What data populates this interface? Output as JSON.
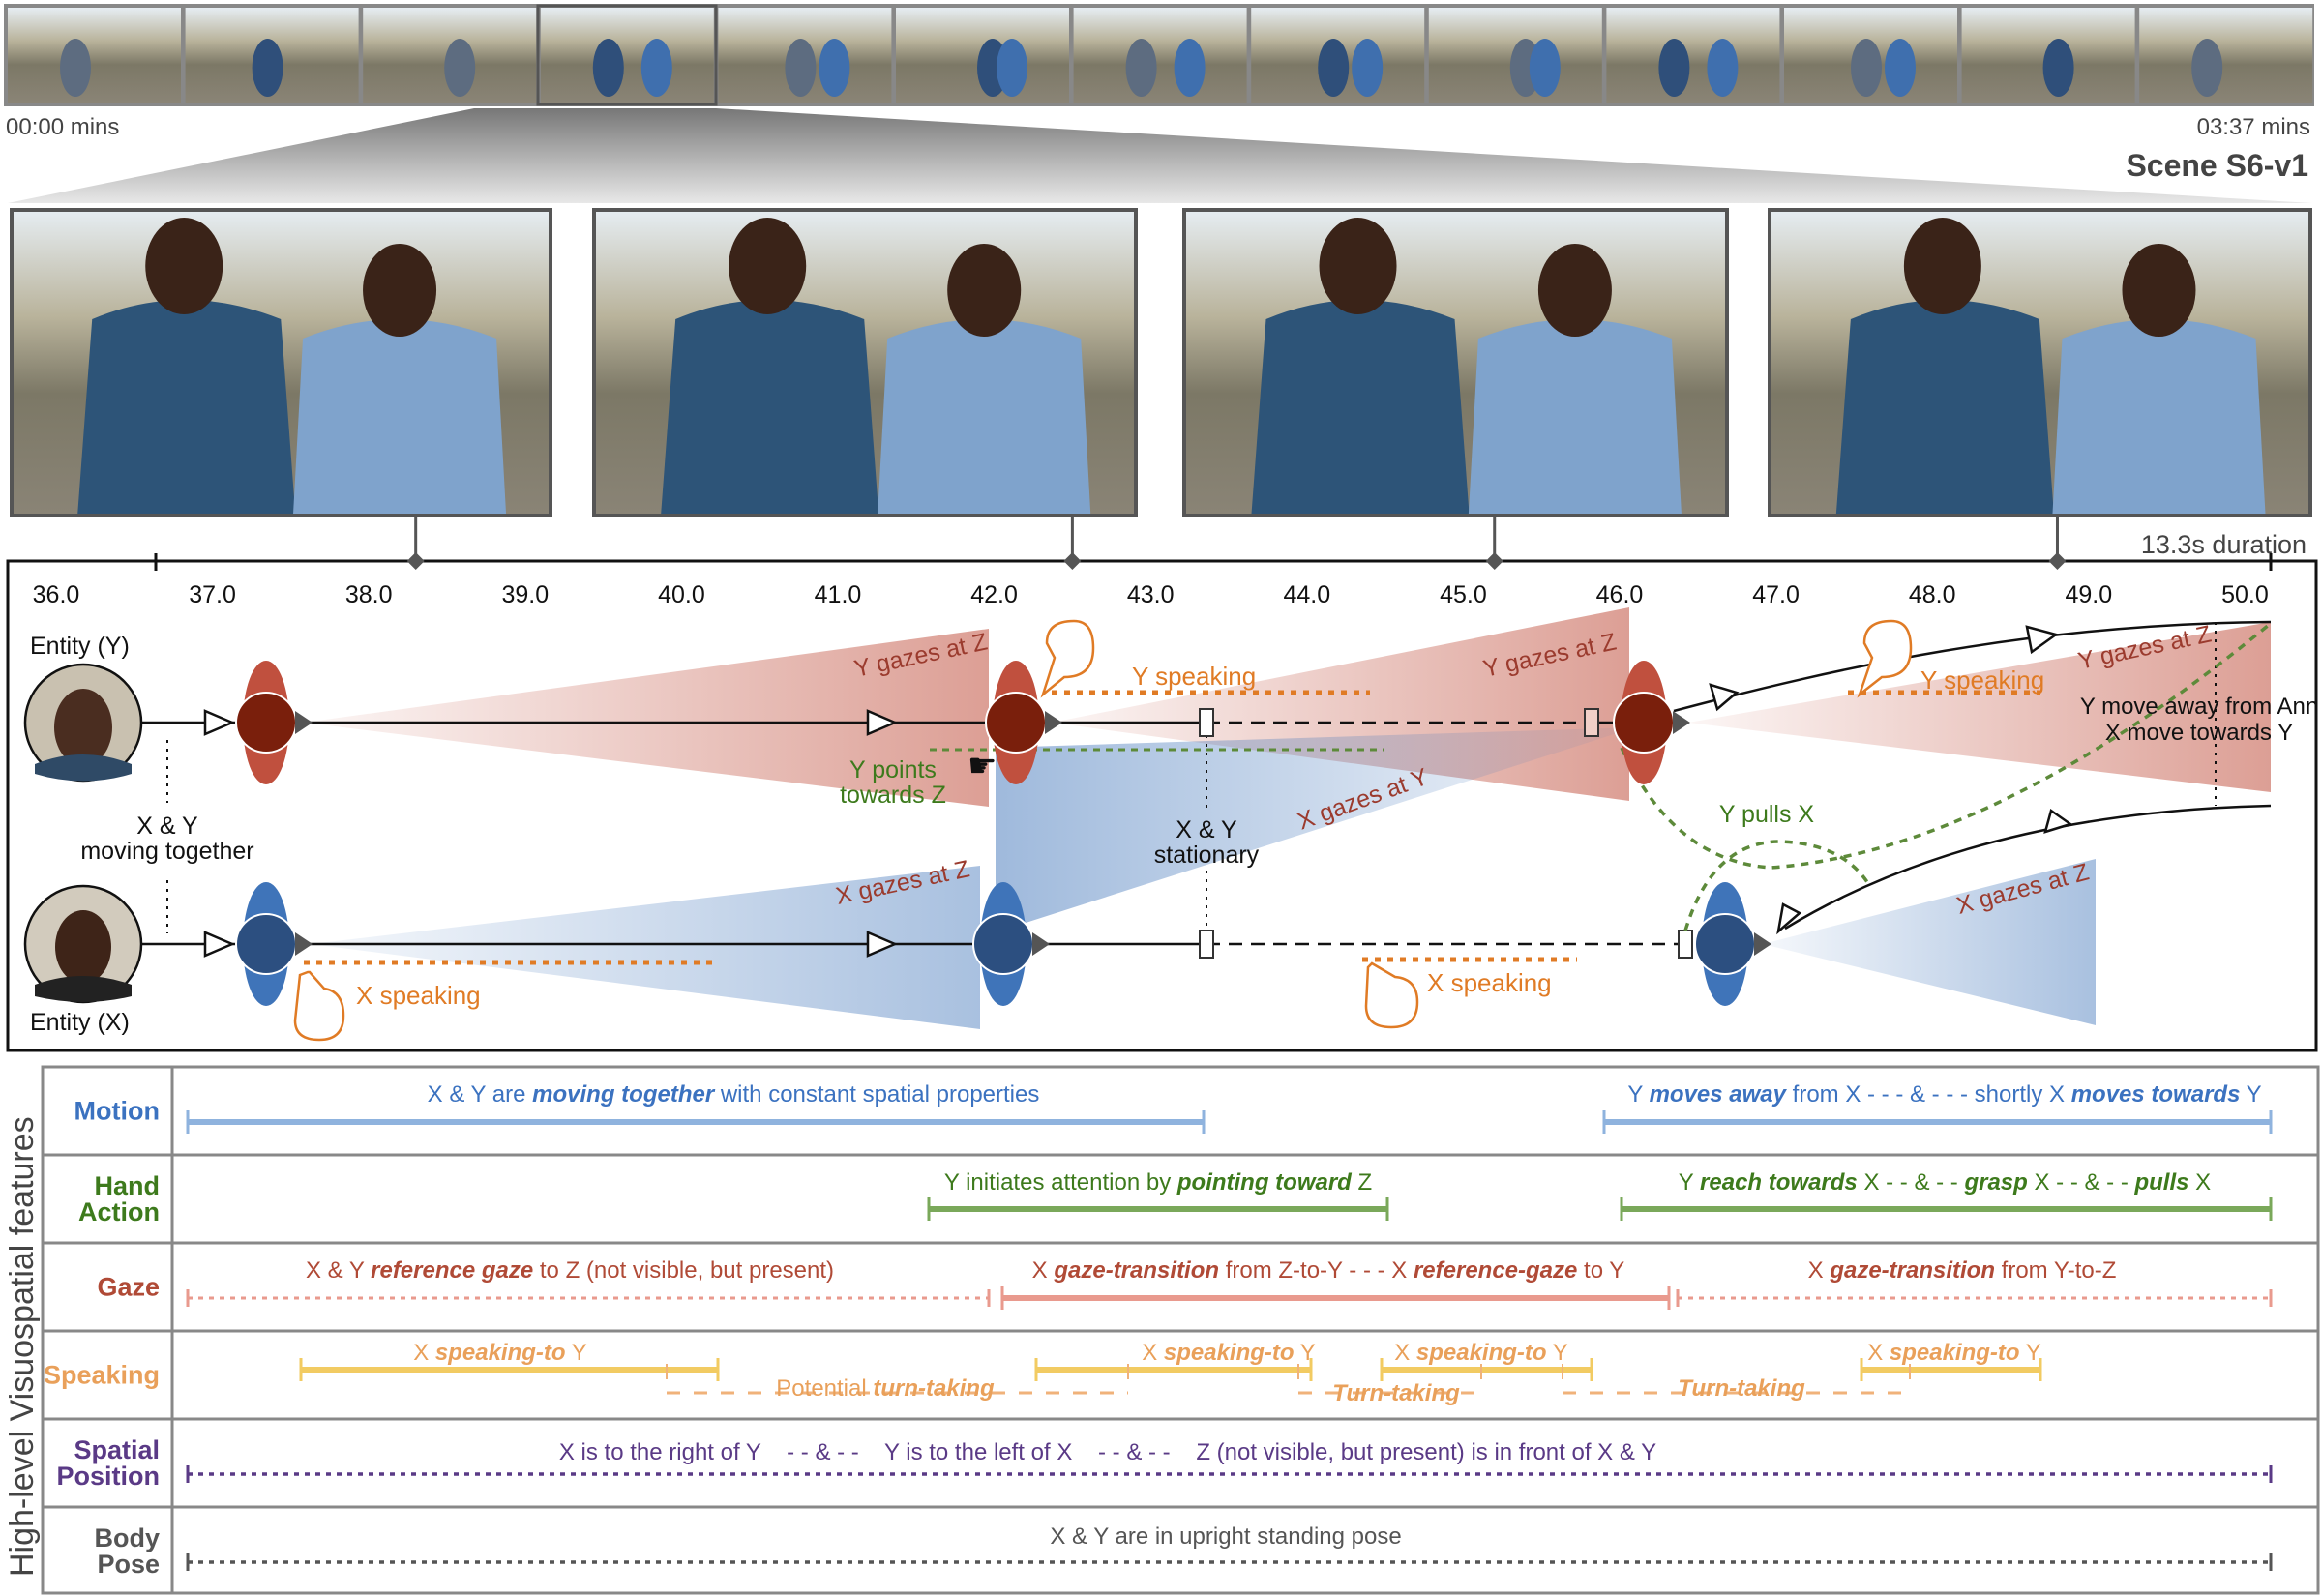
{
  "filmstrip": {
    "start_label": "00:00 mins",
    "end_label": "03:37 mins",
    "thumbnail_count": 13,
    "scene_label": "Scene S6-v1"
  },
  "duration_label": "13.3s duration",
  "timeline": {
    "ticks": [
      "36.0",
      "37.0",
      "38.0",
      "39.0",
      "40.0",
      "41.0",
      "42.0",
      "43.0",
      "44.0",
      "45.0",
      "46.0",
      "47.0",
      "48.0",
      "49.0",
      "50.0"
    ],
    "keyframe_times": [
      38.3,
      42.5,
      45.2,
      48.8
    ],
    "entity_y": "Entity (Y)",
    "entity_x": "Entity (X)",
    "moving_together": [
      "X & Y",
      "moving together"
    ],
    "stationary": [
      "X & Y",
      "stationary"
    ],
    "y_gazes_1": "Y gazes at Z",
    "y_gazes_2": "Y gazes at Z",
    "y_gazes_3": "Y gazes at Z",
    "x_gazes_1": "X gazes at Z",
    "x_gazes_2": "X gazes at Y",
    "x_gazes_3": "X gazes at Z",
    "y_speaking_1": "Y speaking",
    "y_speaking_2": "Y speaking",
    "x_speaking_1": "X speaking",
    "x_speaking_2": "X speaking",
    "y_points": [
      "Y points",
      "towards Z"
    ],
    "y_pulls": "Y pulls X",
    "move_away": [
      "Y move away from Ann",
      "X move towards Y"
    ]
  },
  "features": {
    "axis_title": "High-level Visuospatial features",
    "rows": [
      {
        "label": [
          "Motion"
        ],
        "color": "#3b72c0",
        "annotations": [
          [
            {
              "t": "X & Y are "
            },
            {
              "t": "moving together",
              "em": true
            },
            {
              "t": " with constant spatial properties"
            }
          ],
          [
            {
              "t": "Y "
            },
            {
              "t": "moves away",
              "em": true
            },
            {
              "t": " from X - - - & - - - shortly X "
            },
            {
              "t": "moves towards",
              "em": true
            },
            {
              "t": " Y"
            }
          ]
        ]
      },
      {
        "label": [
          "Hand",
          "Action"
        ],
        "color": "#3d7a1c",
        "annotations": [
          [
            {
              "t": "Y initiates attention by "
            },
            {
              "t": "pointing toward",
              "em": true
            },
            {
              "t": " Z"
            }
          ],
          [
            {
              "t": "Y "
            },
            {
              "t": "reach towards",
              "em": true
            },
            {
              "t": " X - - & - - "
            },
            {
              "t": "grasp",
              "em": true
            },
            {
              "t": " X - - & - - "
            },
            {
              "t": "pulls",
              "em": true
            },
            {
              "t": " X"
            }
          ]
        ]
      },
      {
        "label": [
          "Gaze"
        ],
        "color": "#b04a36",
        "annotations": [
          [
            {
              "t": "X & Y "
            },
            {
              "t": "reference gaze",
              "em": true
            },
            {
              "t": " to Z (not visible, but present)"
            }
          ],
          [
            {
              "t": "X "
            },
            {
              "t": "gaze-transition",
              "em": true
            },
            {
              "t": " from Z-to-Y - - - X "
            },
            {
              "t": "reference-gaze",
              "em": true
            },
            {
              "t": " to Y"
            }
          ],
          [
            {
              "t": "X "
            },
            {
              "t": "gaze-transition",
              "em": true
            },
            {
              "t": " from Y-to-Z"
            }
          ]
        ]
      },
      {
        "label": [
          "Speaking"
        ],
        "color": "#e9a05a",
        "annotations": [
          [
            {
              "t": "X "
            },
            {
              "t": "speaking-to",
              "em": true
            },
            {
              "t": " Y"
            }
          ],
          [
            {
              "t": "X "
            },
            {
              "t": "speaking-to",
              "em": true
            },
            {
              "t": " Y"
            }
          ],
          [
            {
              "t": "X "
            },
            {
              "t": "speaking-to",
              "em": true
            },
            {
              "t": " Y"
            }
          ],
          [
            {
              "t": "X "
            },
            {
              "t": "speaking-to",
              "em": true
            },
            {
              "t": " Y"
            }
          ],
          [
            {
              "t": "Potential "
            },
            {
              "t": "turn-taking",
              "em": true
            }
          ],
          [
            {
              "t": "Turn-taking",
              "em": true
            }
          ],
          [
            {
              "t": "Turn-taking",
              "em": true
            }
          ]
        ]
      },
      {
        "label": [
          "Spatial",
          "Position"
        ],
        "color": "#5a3a86",
        "annotations": [
          [
            {
              "t": "X is to the right of Y    - - & - -    Y is to the left of X    - - & - -    Z (not visible, but present) is in front of X & Y"
            }
          ]
        ]
      },
      {
        "label": [
          "Body",
          "Pose"
        ],
        "color": "#555555",
        "annotations": [
          [
            {
              "t": "X & Y are in upright standing pose"
            }
          ]
        ]
      }
    ]
  },
  "colors": {
    "y_red": "#c0503e",
    "y_dark": "#7a1f0c",
    "x_blue": "#3f74b9",
    "x_dark": "#2c4f80",
    "speak": "#e07b25",
    "green": "#5d8a3a"
  }
}
